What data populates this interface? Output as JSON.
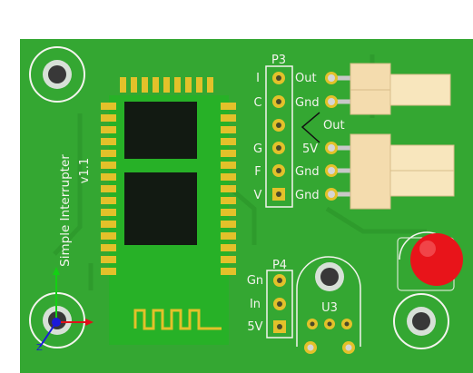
{
  "board": {
    "title_line1": "Simple Interrupter",
    "title_line2": "v1.1"
  },
  "headers": {
    "p3": {
      "ref": "P3",
      "pins": [
        "I",
        "C",
        "",
        "G",
        "F",
        "V"
      ]
    },
    "p4": {
      "ref": "P4",
      "pins": [
        "Gn",
        "In",
        "5V"
      ]
    }
  },
  "connectors": {
    "top": {
      "labels": [
        "Out",
        "Gnd"
      ]
    },
    "middle_label": "Out",
    "bottom": {
      "labels": [
        "5V",
        "Gnd",
        "Gnd"
      ]
    }
  },
  "sensor": {
    "ref": "U3"
  },
  "colors": {
    "pcb": "#34a732",
    "pcb_dark": "#2e9a2c",
    "silkscreen": "#f4f4ee",
    "module": "#27b127",
    "chip": "#121a12",
    "gold": "#e3c12a",
    "connector_body": "#f4dcae",
    "led": "#e8141a",
    "axis_x": "#e0101a",
    "axis_y": "#13d113",
    "axis_z": "#1a1ad8"
  },
  "icons": {
    "wifi_antenna": "meander-trace-icon",
    "axes": "xyz-axis-icon"
  }
}
